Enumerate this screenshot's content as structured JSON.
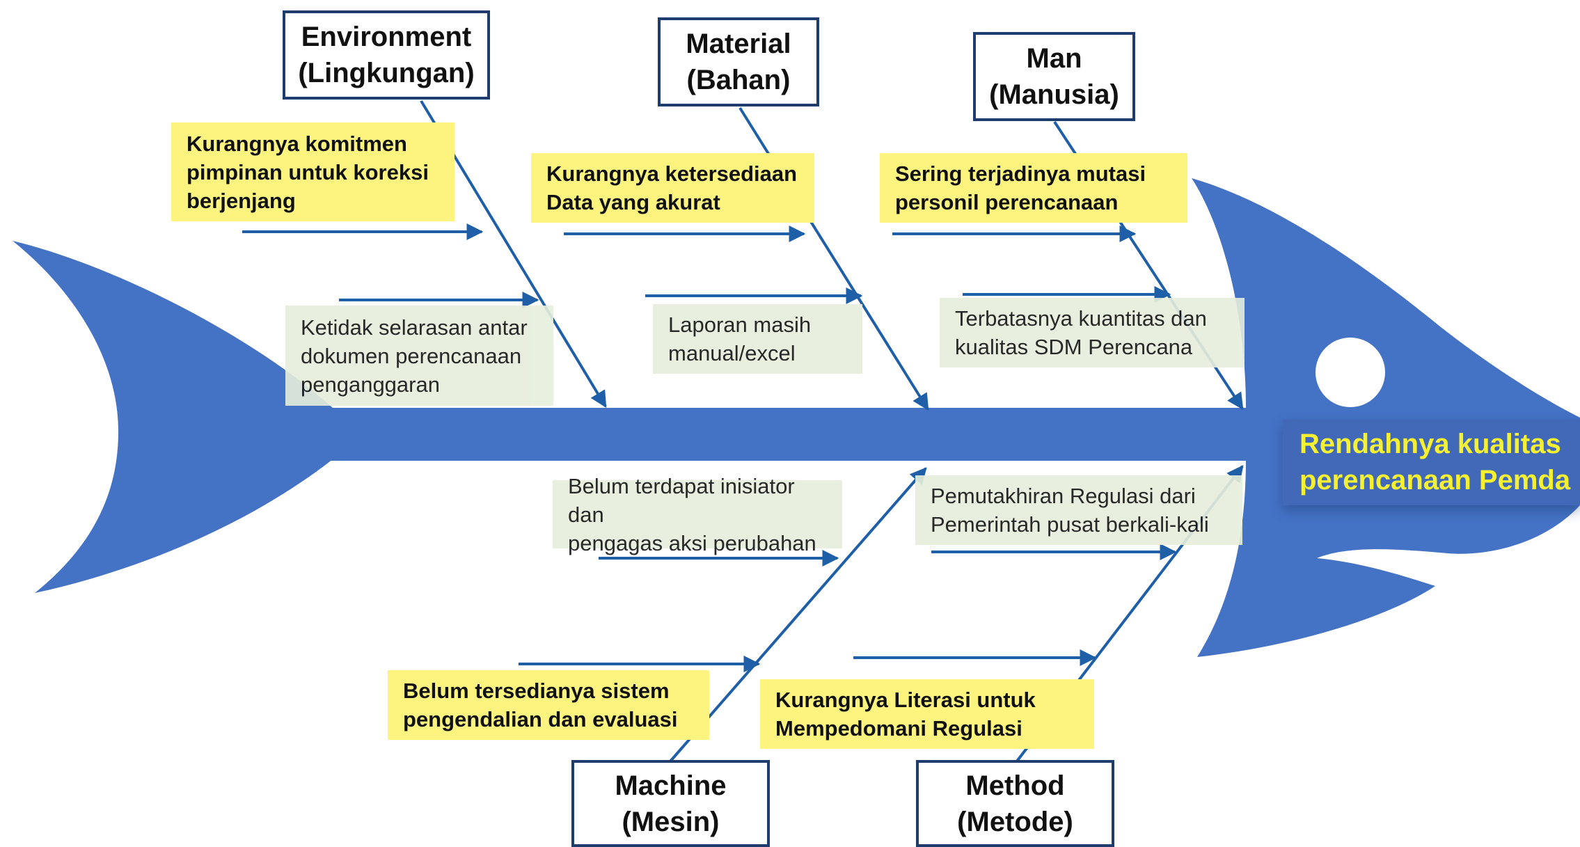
{
  "categories": {
    "environment": "Environment\n(Lingkungan)",
    "material": "Material\n(Bahan)",
    "man": "Man\n(Manusia)",
    "machine": "Machine\n(Mesin)",
    "method": "Method\n(Metode)"
  },
  "causes": {
    "env_1": "Kurangnya komitmen\npimpinan untuk koreksi\nberjenjang",
    "env_2": "Ketidak selarasan antar\ndokumen perencanaan\npenganggaran",
    "mat_1": "Kurangnya ketersediaan\nData yang akurat",
    "mat_2": "Laporan masih\nmanual/excel",
    "man_1": "Sering terjadinya mutasi\npersonil perencanaan",
    "man_2": "Terbatasnya kuantitas dan\nkualitas SDM Perencana",
    "mac_1": "Belum terdapat inisiator dan\npengagas aksi perubahan",
    "mac_2": "Belum tersedianya sistem\npengendalian dan evaluasi",
    "met_1": "Pemutakhiran Regulasi dari\nPemerintah pusat berkali-kali",
    "met_2": "Kurangnya Literasi  untuk\nMempedomani Regulasi"
  },
  "effect": "Rendahnya kualitas\nperencanaan Pemda",
  "colors": {
    "fish": "#4472c4",
    "arrow": "#1f5fa8",
    "box_border": "#1f3c6e",
    "note_yellow": "#fcf47e",
    "note_green": "#e6eedc",
    "effect_bg": "#4169b8",
    "effect_text": "#f6f032"
  }
}
